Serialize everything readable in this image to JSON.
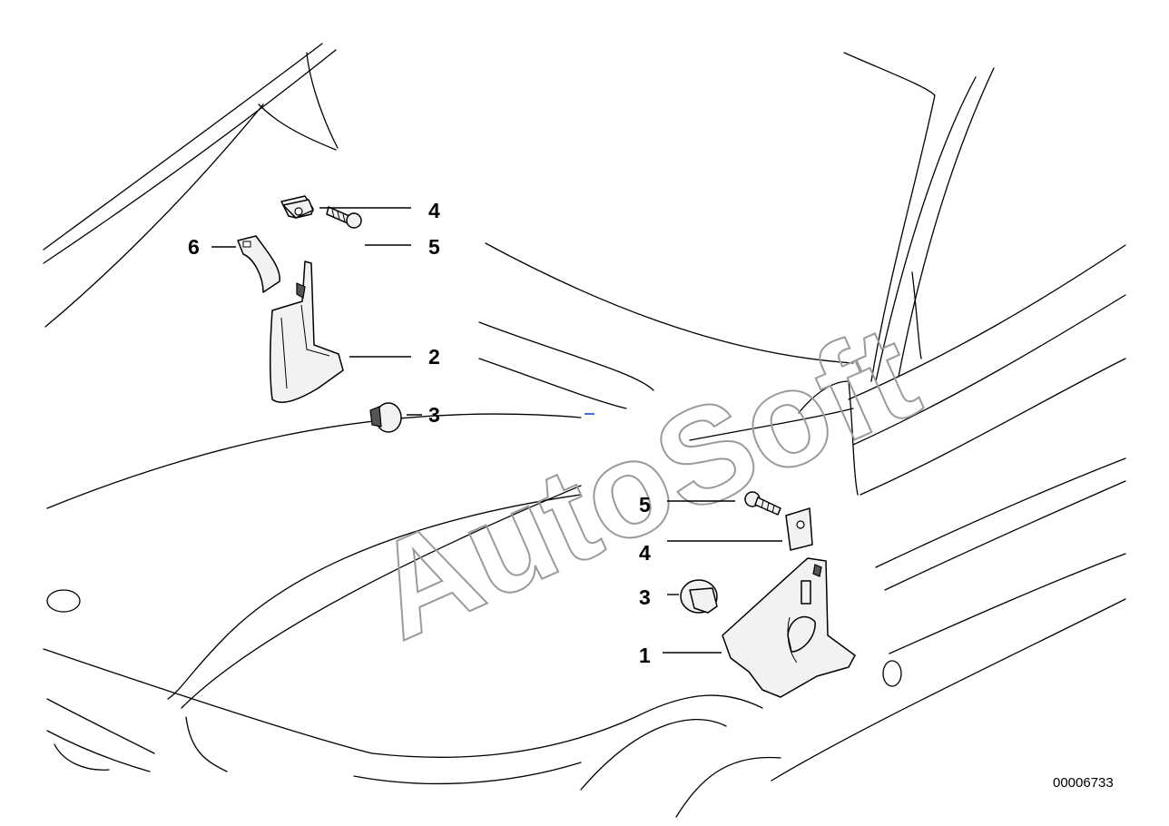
{
  "watermark": "AutoSoft",
  "document_number": "00006733",
  "callouts": {
    "upper": {
      "part4": "4",
      "part5": "5",
      "part6": "6",
      "part2": "2",
      "part3": "3"
    },
    "lower": {
      "part5": "5",
      "part4": "4",
      "part3": "3",
      "part1": "1"
    }
  }
}
